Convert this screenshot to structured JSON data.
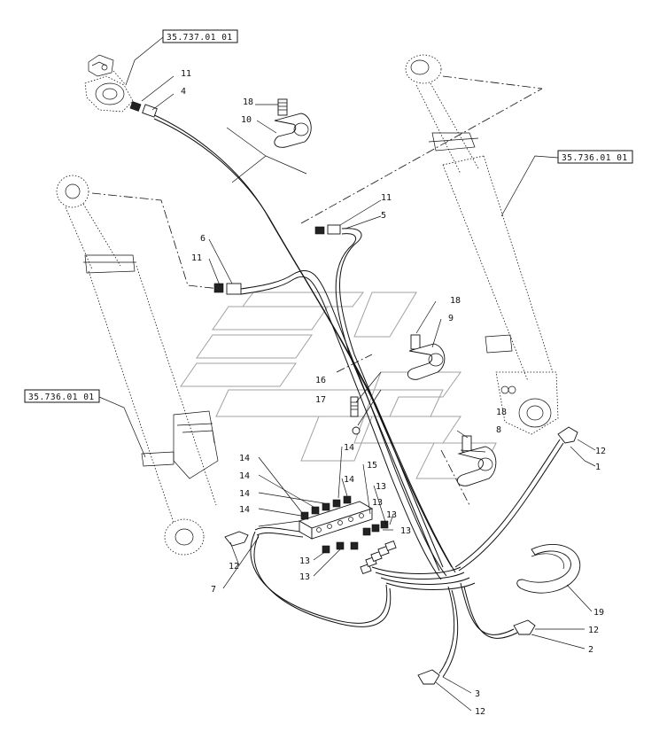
{
  "references": [
    {
      "id": "ref-top",
      "text": "35.737.01 01"
    },
    {
      "id": "ref-right",
      "text": "35.736.01 01"
    },
    {
      "id": "ref-left",
      "text": "35.736.01 01"
    }
  ],
  "callouts": {
    "c11a": "11",
    "c4": "4",
    "c18a": "18",
    "c10": "10",
    "c11b": "11",
    "c5": "5",
    "c6": "6",
    "c11c": "11",
    "c18b": "18",
    "c9": "9",
    "c16": "16",
    "c17": "17",
    "c18c": "18",
    "c8": "8",
    "c12a": "12",
    "c1": "1",
    "c14a": "14",
    "c14b": "14",
    "c14c": "14",
    "c14d": "14",
    "c14e": "14",
    "c14f": "14",
    "c15": "15",
    "c13a": "13",
    "c13b": "13",
    "c13c": "13",
    "c13d": "13",
    "c13e": "13",
    "c13f": "13",
    "c12b": "12",
    "c7": "7",
    "c19": "19",
    "c12c": "12",
    "c2": "2",
    "c3": "3",
    "c12d": "12"
  }
}
